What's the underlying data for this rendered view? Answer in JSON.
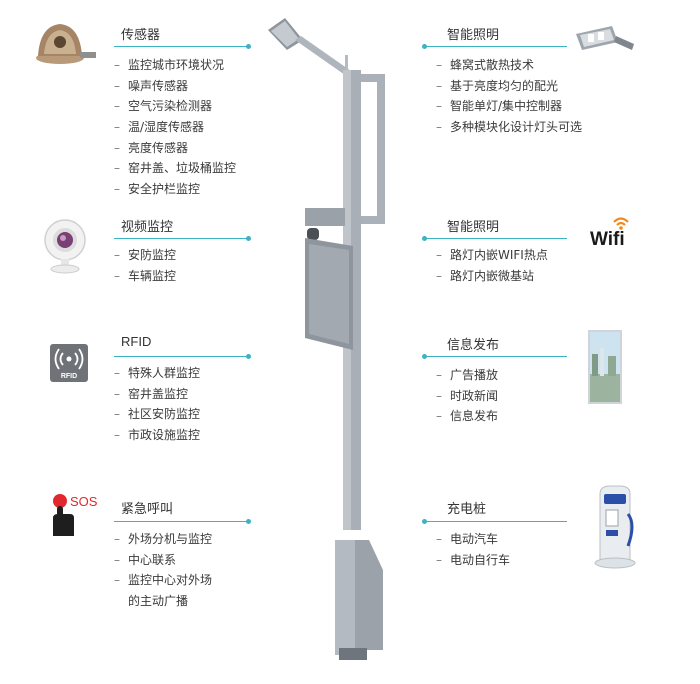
{
  "colors": {
    "accent": "#3bb3c3",
    "pole": "#a9b0b8",
    "sos_red": "#e0282e",
    "wifi_orange": "#f08a1c"
  },
  "left_sections": [
    {
      "title": "传感器",
      "icon": "sensor-icon",
      "items": [
        "监控城市环境状况",
        "噪声传感器",
        "空气污染检测器",
        "温/湿度传感器",
        "亮度传感器",
        "窑井盖、垃圾桶监控",
        "安全护栏监控"
      ]
    },
    {
      "title": "视频监控",
      "icon": "camera-icon",
      "items": [
        "安防监控",
        "车辆监控"
      ]
    },
    {
      "title": "RFID",
      "icon": "rfid-icon",
      "icon_text": "RFID",
      "items": [
        "特殊人群监控",
        "窑井盖监控",
        "社区安防监控",
        "市政设施监控"
      ]
    },
    {
      "title": "紧急呼叫",
      "icon": "sos-button-icon",
      "icon_text": "SOS",
      "items": [
        "外场分机与监控",
        "中心联系",
        "监控中心对外场",
        "的主动广播"
      ]
    }
  ],
  "right_sections": [
    {
      "title": "智能照明",
      "icon": "street-lamp-head-icon",
      "items": [
        "蜂窝式散热技术",
        "基于亮度均匀的配光",
        "智能单灯/集中控制器",
        "多种模块化设计灯头可选"
      ]
    },
    {
      "title": "智能照明",
      "icon": "wifi-icon",
      "icon_text": "Wifi",
      "items": [
        "路灯内嵌WIFI热点",
        "路灯内嵌微基站"
      ]
    },
    {
      "title": "信息发布",
      "icon": "info-display-icon",
      "items": [
        "广告播放",
        "时政新闻",
        "信息发布"
      ]
    },
    {
      "title": "充电桩",
      "icon": "charging-pile-icon",
      "items": [
        "电动汽车",
        "电动自行车"
      ]
    }
  ]
}
